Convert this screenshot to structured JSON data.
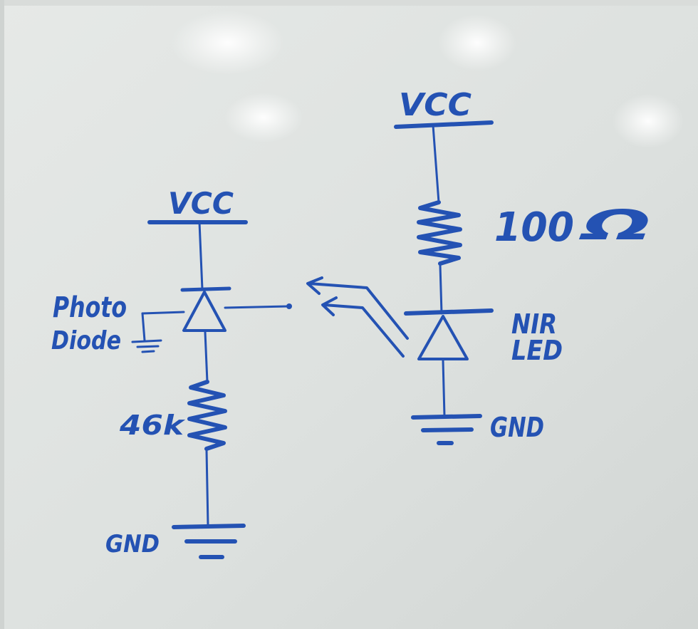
{
  "colors": {
    "ink": "#2452b3",
    "board": "#e3e6e4",
    "board_shade": "#cfd4d2",
    "frame": "#d9dcda"
  },
  "left_circuit": {
    "vcc_label": "VCC",
    "component_label_line1": "Photo",
    "component_label_line2": "Diode",
    "resistor_label": "46k",
    "gnd_label": "GND"
  },
  "right_circuit": {
    "vcc_label": "VCC",
    "resistor_label": "100",
    "resistor_unit": "Ω",
    "component_label_line1": "NIR",
    "component_label_line2": "LED",
    "gnd_label": "GND"
  }
}
